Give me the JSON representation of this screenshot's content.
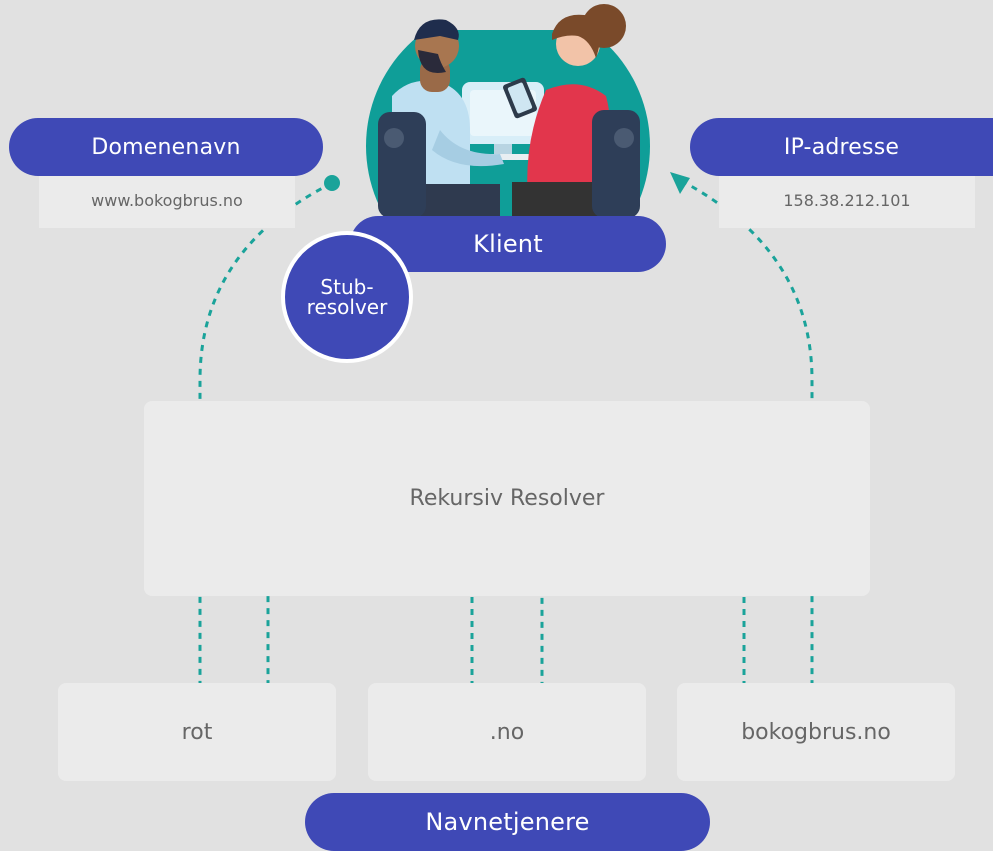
{
  "client": {
    "label": "Klient"
  },
  "stub_resolver": {
    "line1": "Stub-",
    "line2": "resolver"
  },
  "domain_name": {
    "label": "Domenenavn",
    "value": "www.bokogbrus.no"
  },
  "ip_address": {
    "label": "IP-adresse",
    "value": "158.38.212.101"
  },
  "recursive_resolver": {
    "label": "Rekursiv Resolver"
  },
  "name_servers": {
    "label": "Navnetjenere",
    "items": [
      "rot",
      ".no",
      "bokogbrus.no"
    ]
  },
  "colors": {
    "accent": "#3f49b6",
    "flow": "#1aa39a",
    "teal_circle": "#0f9e98",
    "background": "#e1e1e1",
    "box": "#ebebeb"
  }
}
